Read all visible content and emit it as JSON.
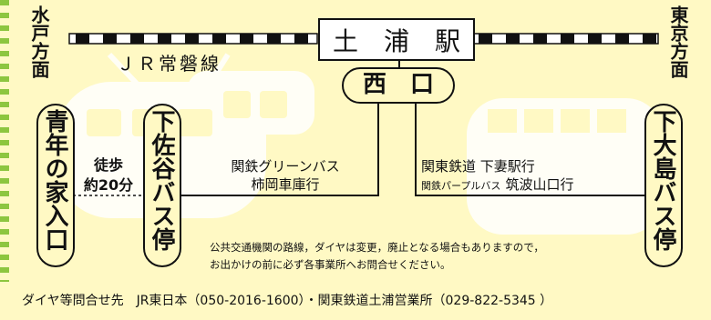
{
  "directions": {
    "left": "水戸方面",
    "right": "東京方面"
  },
  "rail_line": "ＪＲ常磐線",
  "station": "土　浦　駅",
  "exit": "西　口",
  "stops": {
    "seinen_no_ie": "青年の家入口",
    "shimosaya": "下佐谷バス停",
    "oshima": "下大島バス停"
  },
  "walk": {
    "label": "徒歩",
    "time": "約20分"
  },
  "kantetsu_green": {
    "line1": "関鉄グリーンバス",
    "line2": "柿岡車庫行"
  },
  "kanto_tetsudo": {
    "line1": "関東鉄道 下妻駅行",
    "line2_prefix": "関鉄パープルバス",
    "line2_suffix": "筑波山口行"
  },
  "notice": {
    "line1": "公共交通機関の路線，ダイヤは変更，廃止となる場合もありますので，",
    "line2": "お出かけの前に必ず各事業所へお問合せください。"
  },
  "footer": "ダイヤ等問合せ先　JR東日本（050-2016-1600）・関東鉄道土浦営業所（029-822-5345 ）"
}
